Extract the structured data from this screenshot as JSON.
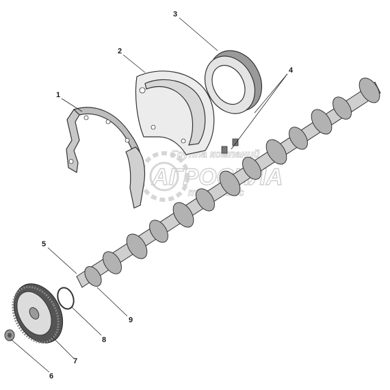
{
  "watermark": {
    "line1": "Группа компаний",
    "line2": "АГРОСИЛА",
    "line3": "техсервис"
  },
  "callouts": [
    {
      "id": "1",
      "label": "1"
    },
    {
      "id": "2",
      "label": "2"
    },
    {
      "id": "3",
      "label": "3"
    },
    {
      "id": "4",
      "label": "4"
    },
    {
      "id": "5",
      "label": "5"
    },
    {
      "id": "6",
      "label": "6"
    },
    {
      "id": "7",
      "label": "7"
    },
    {
      "id": "8",
      "label": "8"
    },
    {
      "id": "9",
      "label": "9"
    }
  ],
  "colors": {
    "ink": "#333333",
    "shade": "#9a9a9a",
    "light": "#e4e4e4",
    "watermark": "#cfcfcf"
  }
}
